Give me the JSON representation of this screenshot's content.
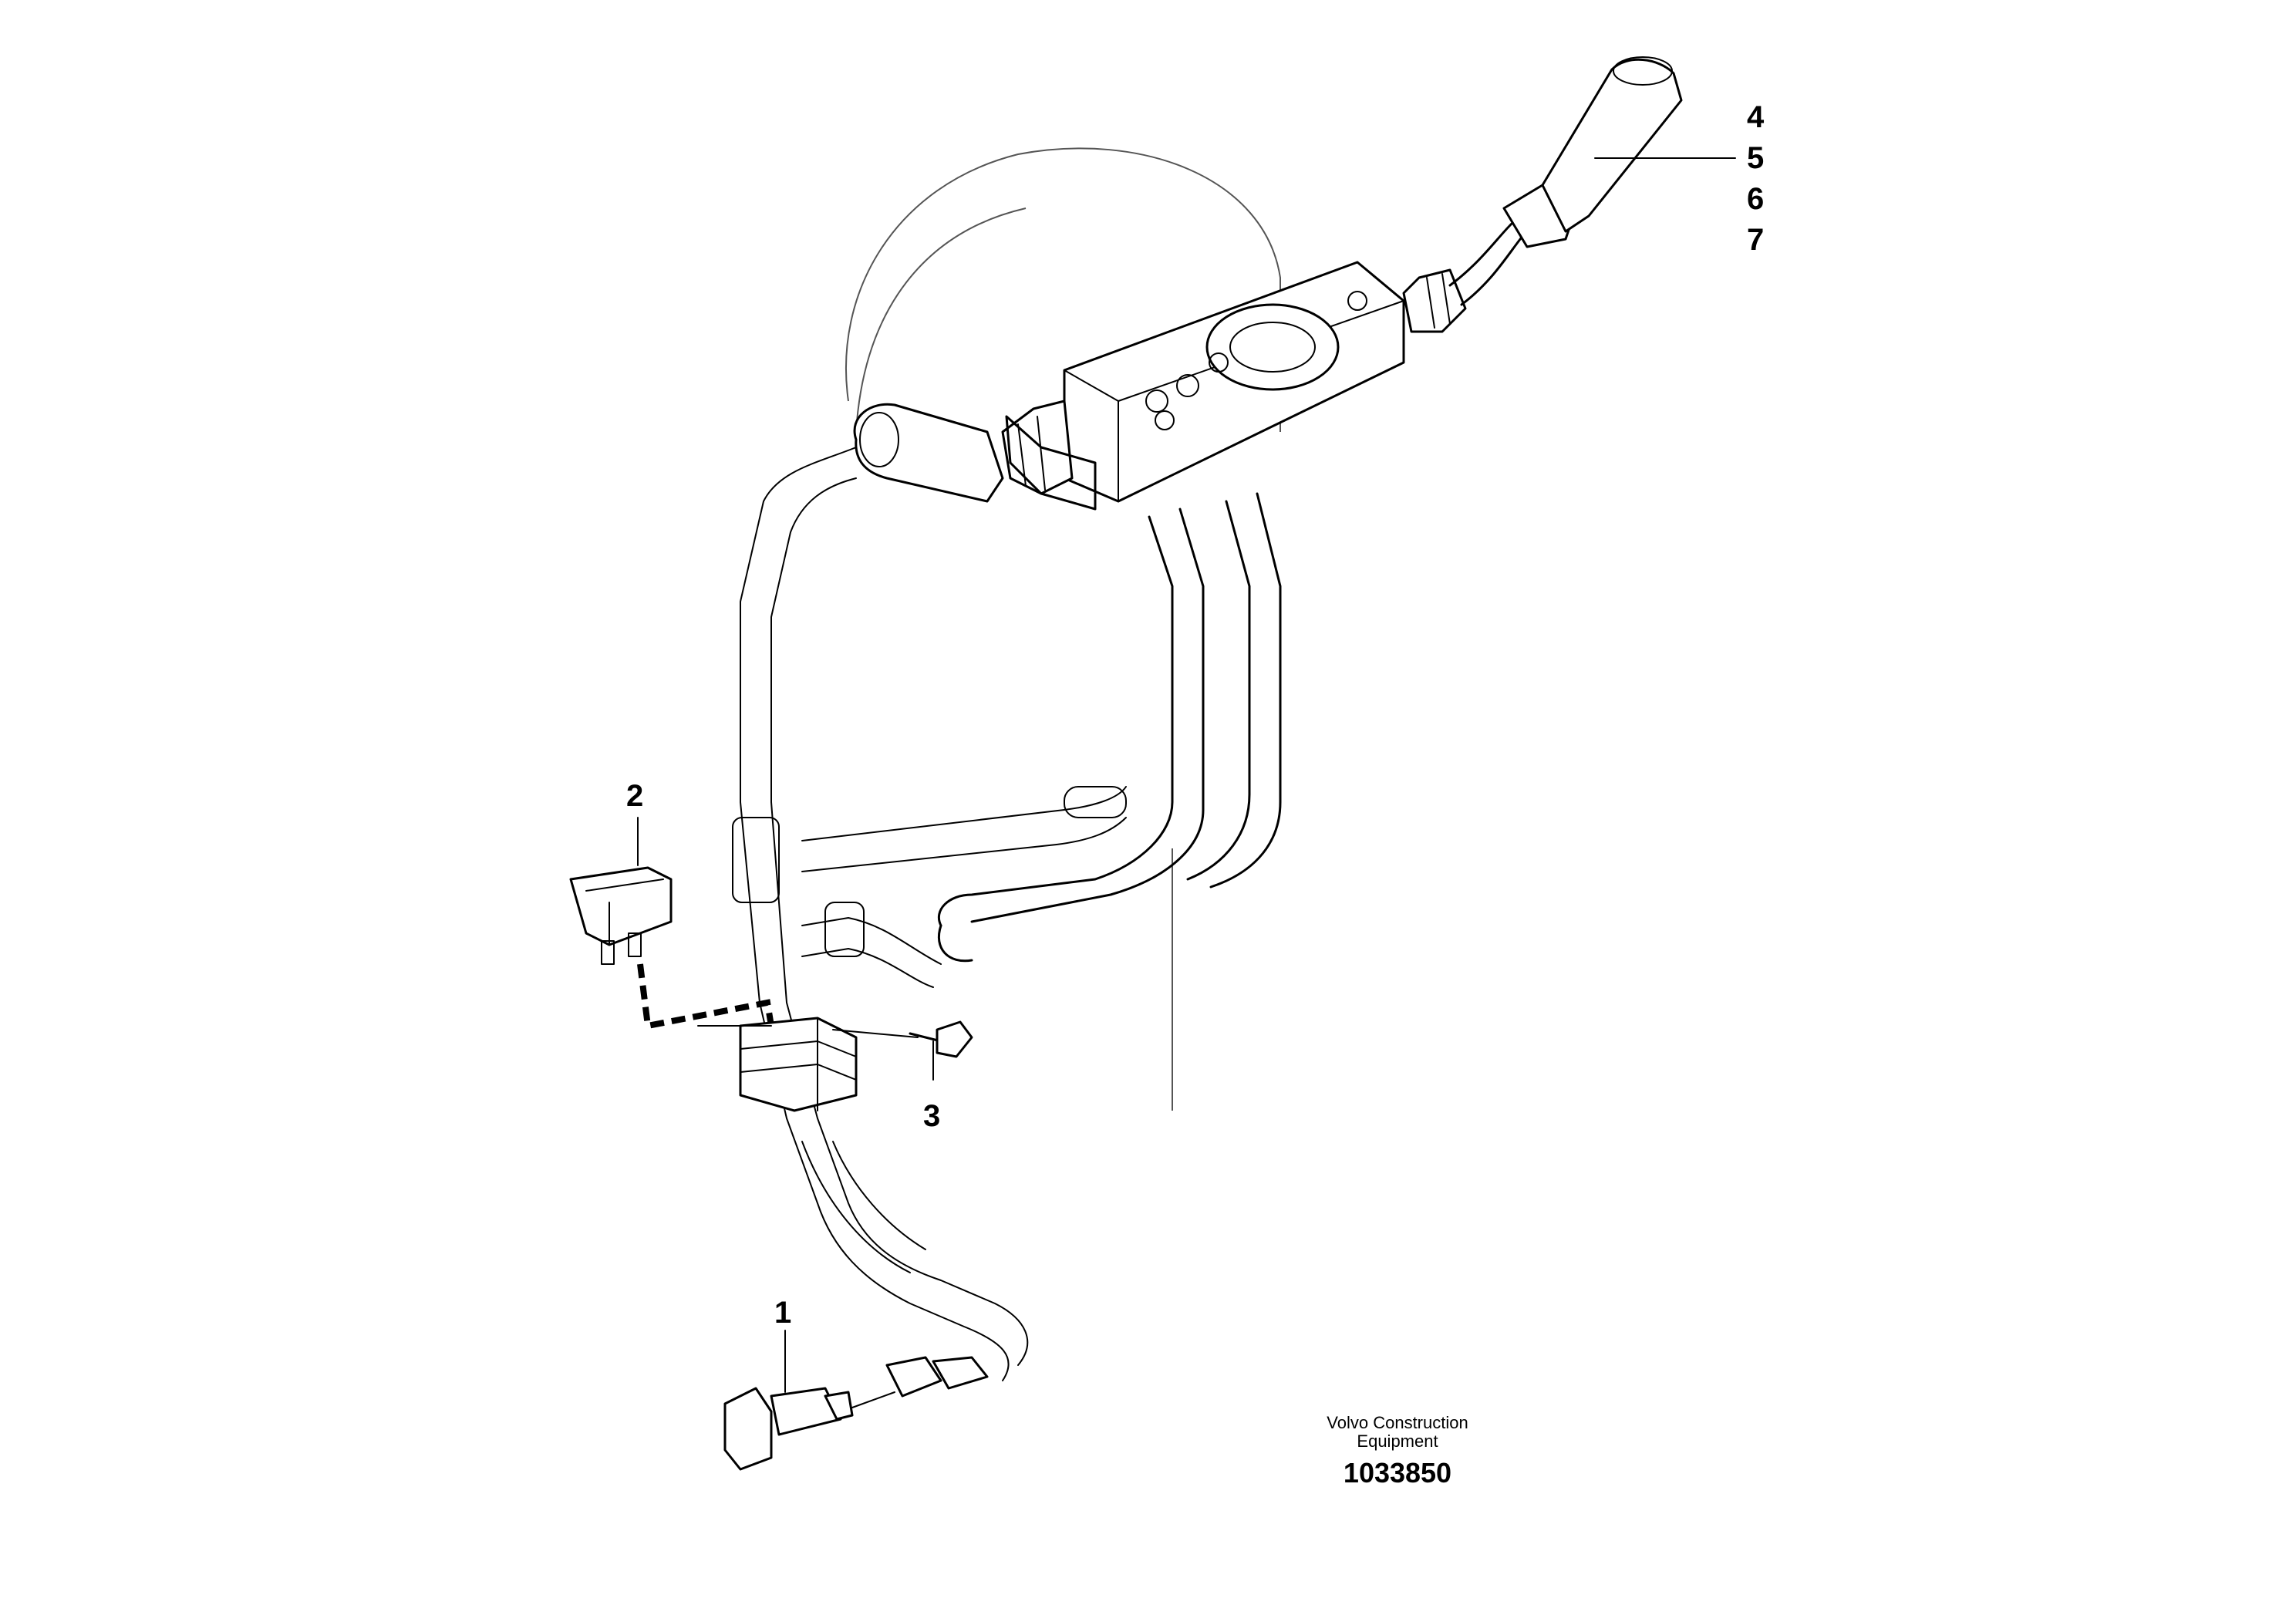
{
  "diagram": {
    "callouts": [
      {
        "id": "1",
        "label": "1"
      },
      {
        "id": "2",
        "label": "2"
      },
      {
        "id": "3",
        "label": "3"
      },
      {
        "id": "4",
        "label": "4"
      },
      {
        "id": "5",
        "label": "5"
      },
      {
        "id": "6",
        "label": "6"
      },
      {
        "id": "7",
        "label": "7"
      }
    ],
    "brand_line1": "Volvo Construction",
    "brand_line2": "Equipment",
    "document_number": "1033850"
  }
}
